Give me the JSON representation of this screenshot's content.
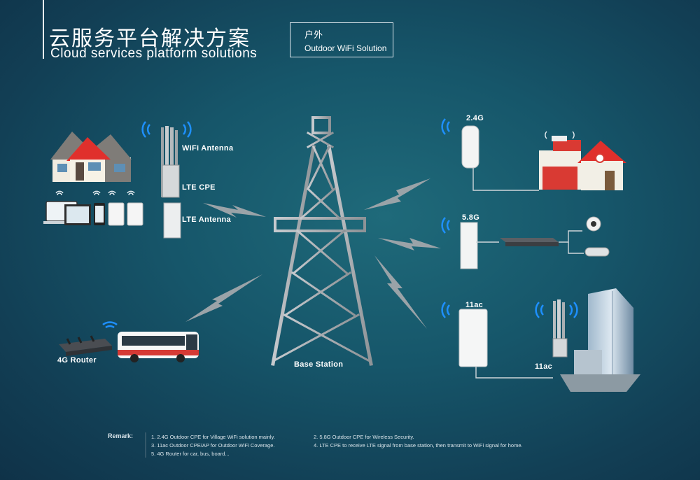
{
  "header": {
    "title_cn": "云服务平台解决方案",
    "title_en": "Cloud services platform solutions",
    "solution_cn": "户外",
    "solution_en": "Outdoor WiFi Solution"
  },
  "labels": {
    "wifi_antenna": "WiFi Antenna",
    "lte_cpe": "LTE CPE",
    "lte_antenna": "LTE Antenna",
    "router_4g": "4G Router",
    "base_station": "Base Station",
    "cpe_24": "2.4G",
    "cpe_58": "5.8G",
    "cpe_11ac": "11ac",
    "cpe_11ac_2": "11ac"
  },
  "remark": {
    "title": "Remark:",
    "item1": "1. 2.4G Outdoor CPE for Village WiFi solution mainly.",
    "item2": "2. 5.8G Outdoor CPE for Wireless Security.",
    "item3": "3. 11ac Outdoor CPE/AP for Outdoor WiFi Coverage.",
    "item4": "4. LTE CPE to receive LTE signal from base station, then transmit to WiFi signal for home.",
    "item5": "5. 4G Router for car, bus, board..."
  },
  "colors": {
    "background": "#16566a",
    "tower": "#a9adb1",
    "lightning": "#9aa3a8",
    "roof": "#e0302c"
  }
}
